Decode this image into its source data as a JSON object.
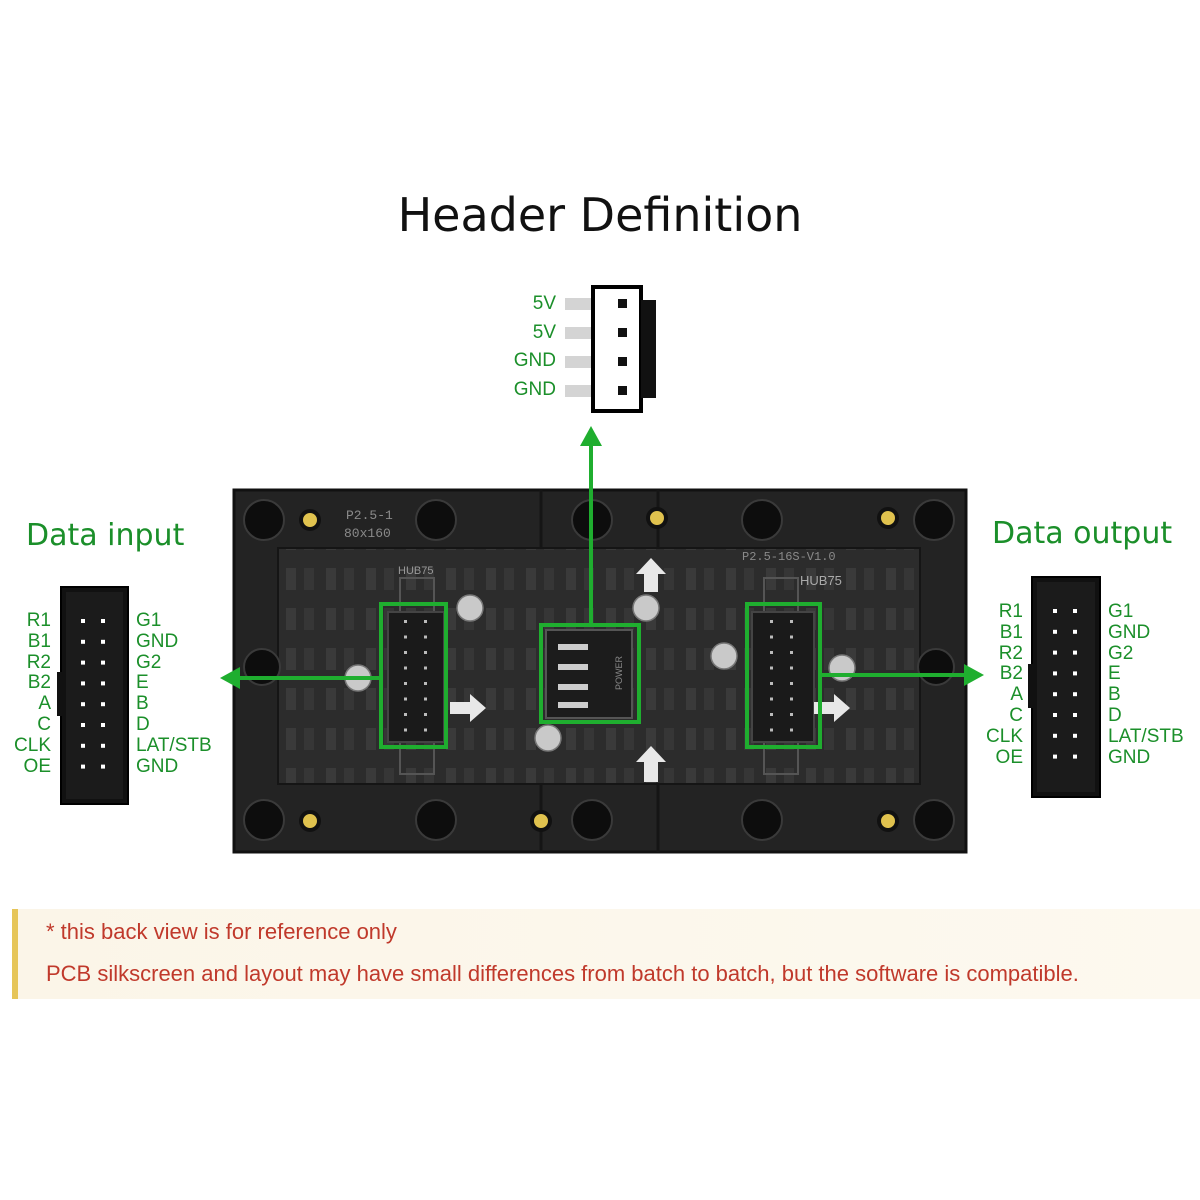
{
  "title": "Header Definition",
  "data_input": {
    "label": "Data input",
    "left_pins": [
      "R1",
      "B1",
      "R2",
      "B2",
      "A",
      "C",
      "CLK",
      "OE"
    ],
    "right_pins": [
      "G1",
      "GND",
      "G2",
      "E",
      "B",
      "D",
      "LAT/STB",
      "GND"
    ]
  },
  "data_output": {
    "label": "Data output",
    "left_pins": [
      "R1",
      "B1",
      "R2",
      "B2",
      "A",
      "C",
      "CLK",
      "OE"
    ],
    "right_pins": [
      "G1",
      "GND",
      "G2",
      "E",
      "B",
      "D",
      "LAT/STB",
      "GND"
    ]
  },
  "power": {
    "pins": [
      "5V",
      "5V",
      "GND",
      "GND"
    ]
  },
  "board": {
    "silk_model": "P2.5-1",
    "silk_size": "80x160",
    "silk_version": "P2.5-16S-V1.0",
    "hub_left": "HUB75",
    "hub_right": "HUB75",
    "power_label": "POWER"
  },
  "note": {
    "line1": "* this back view is for reference only",
    "line2": "PCB silkscreen and layout may have small differences from batch to batch, but the software is compatible."
  },
  "colors": {
    "highlight": "#1fae2f",
    "label_green": "#1b8f2a",
    "board": "#2a2a2a",
    "note_text": "#c0392b",
    "note_bar": "#e6c558"
  }
}
